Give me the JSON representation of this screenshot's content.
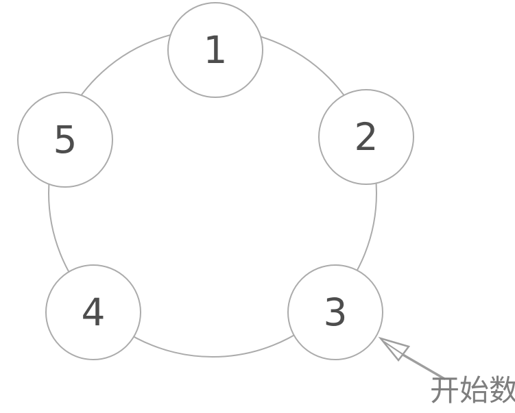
{
  "diagram": {
    "type": "circular-counting-diagram",
    "nodes": [
      {
        "label": "1"
      },
      {
        "label": "2"
      },
      {
        "label": "3"
      },
      {
        "label": "4"
      },
      {
        "label": "5"
      }
    ],
    "annotation": {
      "label": "开始数",
      "points_to_node": "3"
    },
    "colors": {
      "bg": "#ffffff",
      "stroke": "#ababab",
      "number": "#4d4d4d",
      "arrow": "#9e9e9e",
      "ann": "#7e7e7e"
    }
  }
}
